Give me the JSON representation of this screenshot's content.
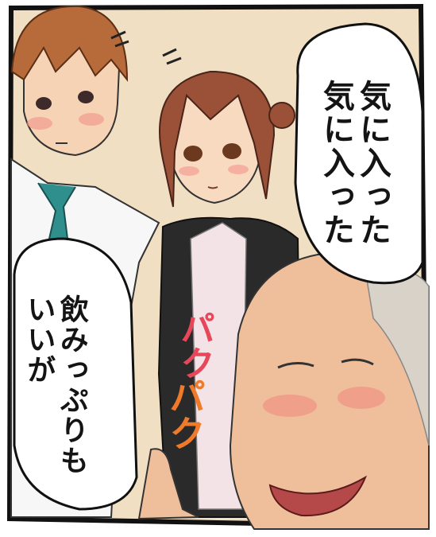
{
  "speech_right": {
    "lines": [
      "気に入った",
      "気に入った"
    ]
  },
  "speech_left": {
    "lines": [
      "飲みっぷりも",
      "いいが"
    ]
  },
  "sfx": [
    {
      "text": "パク",
      "color": "#e8475a"
    },
    {
      "text": "パク",
      "color": "#ef7a2a"
    }
  ],
  "colors": {
    "panel_border": "#111111",
    "wall": "#f1e2c8",
    "bubble": "#ffffff"
  }
}
